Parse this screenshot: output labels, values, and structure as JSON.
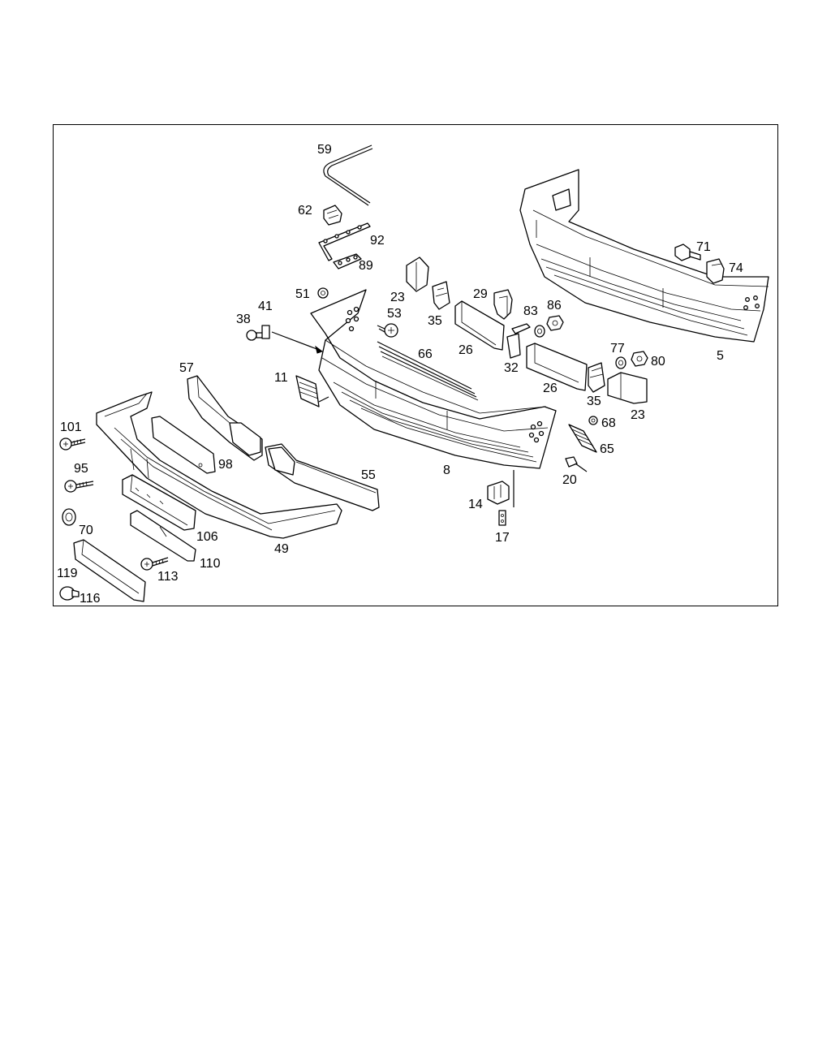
{
  "diagram": {
    "callouts": [
      {
        "id": "c59",
        "text": "59"
      },
      {
        "id": "c62",
        "text": "62"
      },
      {
        "id": "c92",
        "text": "92"
      },
      {
        "id": "c89",
        "text": "89"
      },
      {
        "id": "c51",
        "text": "51"
      },
      {
        "id": "c41",
        "text": "41"
      },
      {
        "id": "c38",
        "text": "38"
      },
      {
        "id": "c53",
        "text": "53"
      },
      {
        "id": "c23a",
        "text": "23"
      },
      {
        "id": "c35a",
        "text": "35"
      },
      {
        "id": "c29",
        "text": "29"
      },
      {
        "id": "c83",
        "text": "83"
      },
      {
        "id": "c86",
        "text": "86"
      },
      {
        "id": "c26a",
        "text": "26"
      },
      {
        "id": "c32",
        "text": "32"
      },
      {
        "id": "c66",
        "text": "66"
      },
      {
        "id": "c11",
        "text": "11"
      },
      {
        "id": "c57",
        "text": "57"
      },
      {
        "id": "c71",
        "text": "71"
      },
      {
        "id": "c74",
        "text": "74"
      },
      {
        "id": "c5",
        "text": "5"
      },
      {
        "id": "c77",
        "text": "77"
      },
      {
        "id": "c80",
        "text": "80"
      },
      {
        "id": "c26b",
        "text": "26"
      },
      {
        "id": "c35b",
        "text": "35"
      },
      {
        "id": "c23b",
        "text": "23"
      },
      {
        "id": "c68",
        "text": "68"
      },
      {
        "id": "c65",
        "text": "65"
      },
      {
        "id": "c20",
        "text": "20"
      },
      {
        "id": "c8",
        "text": "8"
      },
      {
        "id": "c14",
        "text": "14"
      },
      {
        "id": "c17",
        "text": "17"
      },
      {
        "id": "c101",
        "text": "101"
      },
      {
        "id": "c95",
        "text": "95"
      },
      {
        "id": "c70",
        "text": "70"
      },
      {
        "id": "c98",
        "text": "98"
      },
      {
        "id": "c55",
        "text": "55"
      },
      {
        "id": "c106",
        "text": "106"
      },
      {
        "id": "c49",
        "text": "49"
      },
      {
        "id": "c110",
        "text": "110"
      },
      {
        "id": "c113",
        "text": "113"
      },
      {
        "id": "c119",
        "text": "119"
      },
      {
        "id": "c116",
        "text": "116"
      }
    ]
  }
}
